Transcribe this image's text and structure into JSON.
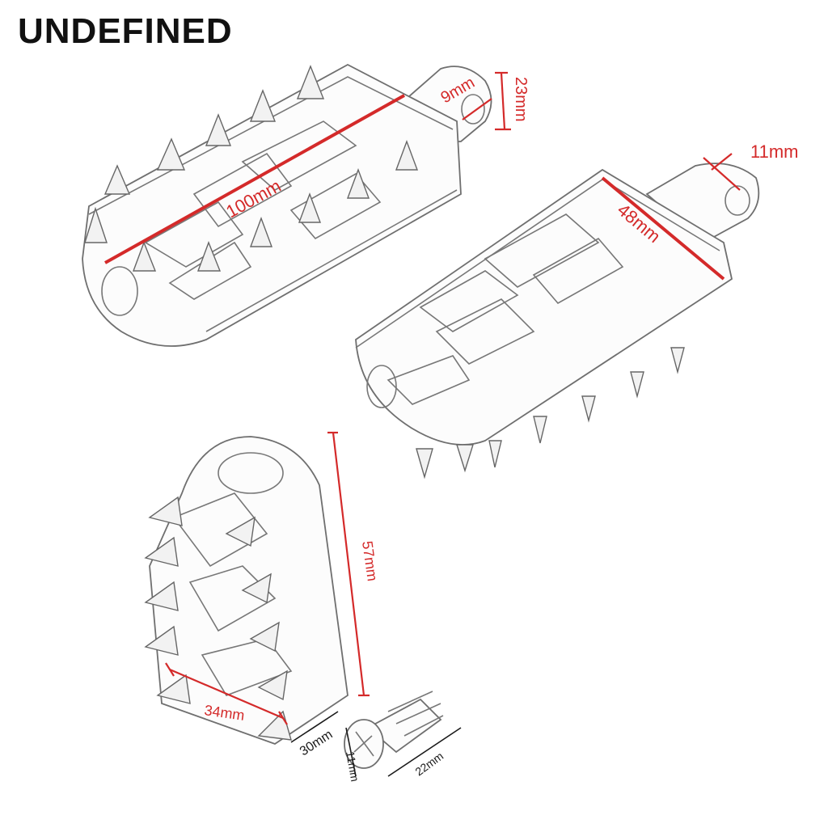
{
  "brand": {
    "text": "UNDEFINED"
  },
  "dimensions": {
    "top_left_length": "100mm",
    "top_left_hole": "9mm",
    "top_left_mount_height": "23mm",
    "right_mount": "11mm",
    "right_width": "48mm",
    "bottom_height": "57mm",
    "bottom_width": "34mm",
    "bottom_thickness": "30mm",
    "bolt_diameter": "11mm",
    "bolt_length": "22mm"
  },
  "colors": {
    "dimension_red": "#d42a2a",
    "dimension_black": "#1a1a1a",
    "part_outline": "#6f6f6f"
  }
}
